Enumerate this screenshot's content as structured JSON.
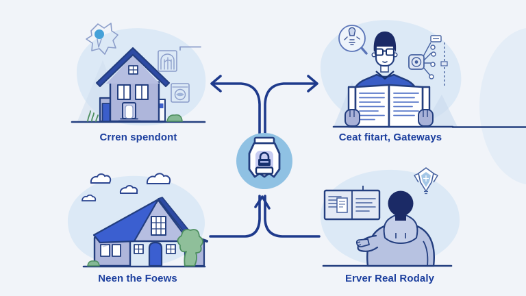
{
  "illustration": {
    "center_badge": {
      "icon": "padlock-shield-badge",
      "circle_color": "#8fc1e3"
    },
    "quadrants": [
      {
        "position": "top-left",
        "label": "Crren spendont",
        "illustration": "two-story-house"
      },
      {
        "position": "top-right",
        "label": "Ceat fitart, Gateways",
        "illustration": "man-reading-open-book"
      },
      {
        "position": "bottom-left",
        "label": "Neen the Foews",
        "illustration": "house-with-clouds-and-tree"
      },
      {
        "position": "bottom-right",
        "label": "Erver Real Rodaly",
        "illustration": "person-viewing-document-board"
      }
    ],
    "colors": {
      "background": "#f1f4f9",
      "blob": "#dce9f6",
      "line_navy": "#1e3a8c",
      "label_text": "#1c3f9e",
      "badge_circle": "#8fc1e3",
      "roof_blue": "#3b5fd0",
      "wall_lavender": "#aeb6db",
      "shirt_blue": "#3a5ec6",
      "hoodie": "#b7c2e1",
      "green": "#84b894"
    }
  }
}
